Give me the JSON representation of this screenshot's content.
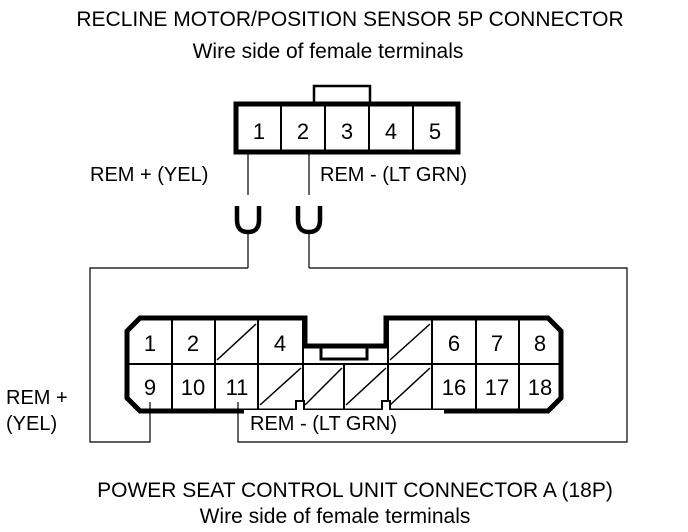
{
  "top_connector": {
    "title": "RECLINE MOTOR/POSITION SENSOR 5P CONNECTOR",
    "subtitle": "Wire side of female terminals",
    "terminals": [
      "1",
      "2",
      "3",
      "4",
      "5"
    ]
  },
  "wires": {
    "rem_plus_top": "REM +  (YEL)",
    "rem_minus_top": "REM -  (LT GRN)",
    "rem_plus_left_line1": "REM +",
    "rem_plus_left_line2": "(YEL)",
    "rem_minus_bottom": "REM -  (LT GRN)"
  },
  "bottom_connector": {
    "title": "POWER SEAT CONTROL UNIT CONNECTOR A (18P)",
    "subtitle": "Wire side of female terminals",
    "row1_terminals": [
      "1",
      "2",
      "4",
      "6",
      "7",
      "8"
    ],
    "row2_terminals": [
      "9",
      "10",
      "11",
      "16",
      "17",
      "18"
    ]
  },
  "colors": {
    "line": "#000000",
    "background": "#ffffff"
  }
}
